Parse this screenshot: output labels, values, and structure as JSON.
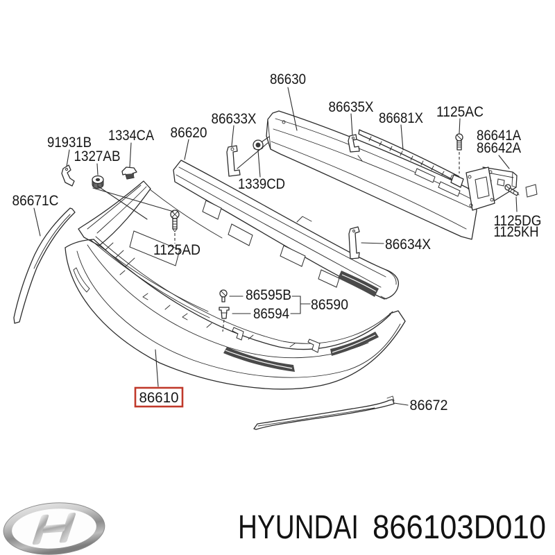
{
  "page": {
    "background": "#ffffff",
    "kind": "hyundai-rear-bumper-parts-diagram"
  },
  "diagram": {
    "line_color": "#2b2b2b",
    "highlight_box_color": "#c0392b",
    "highlighted_part": "86610",
    "labels": {
      "86630": "86630",
      "86633X": "86633X",
      "86635X": "86635X",
      "86681X": "86681X",
      "1125AC": "1125AC",
      "86641A": "86641A",
      "86642A": "86642A",
      "1125DG": "1125DG",
      "1125KH": "1125KH",
      "91931B": "91931B",
      "1327AB": "1327AB",
      "1334CA": "1334CA",
      "86620": "86620",
      "1339CD": "1339CD",
      "86671C": "86671C",
      "1125AD": "1125AD",
      "86634X": "86634X",
      "86595B": "86595B",
      "86594": "86594",
      "86590": "86590",
      "86610": "86610",
      "86672": "86672"
    }
  },
  "footer": {
    "logo": "hyundai-logo",
    "brand": "HYUNDAI",
    "part_number": "866103D010"
  }
}
